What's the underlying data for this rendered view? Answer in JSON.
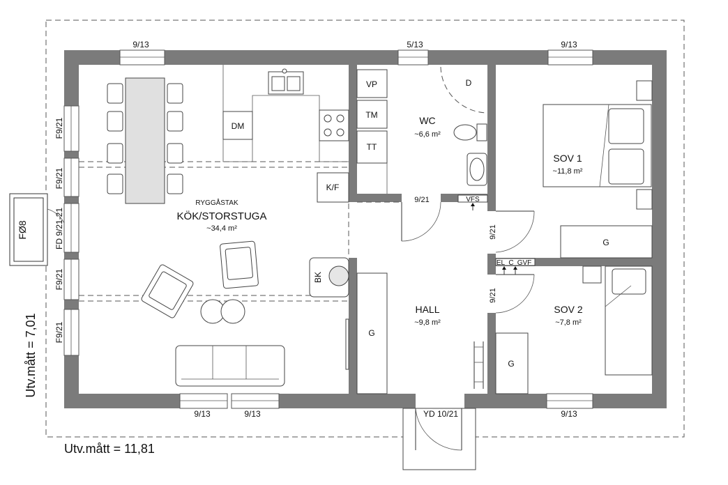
{
  "dimensions": {
    "outer_width": "Utv.mått = 11,81",
    "outer_height": "Utv.mått = 7,01"
  },
  "rooms": {
    "kitchen": {
      "note": "RYGGÅSTAK",
      "name": "KÖK/STORSTUGA",
      "area": "~34,4 m²"
    },
    "wc": {
      "name": "WC",
      "area": "~6,6 m²"
    },
    "sov1": {
      "name": "SOV 1",
      "area": "~11,8 m²"
    },
    "sov2": {
      "name": "SOV 2",
      "area": "~7,8 m²"
    },
    "hall": {
      "name": "HALL",
      "area": "~9,8 m²"
    }
  },
  "labels": {
    "dm": "DM",
    "kf": "K/F",
    "bk": "BK",
    "vp": "VP",
    "tm": "TM",
    "tt": "TT",
    "d": "D",
    "vfs": "VFS",
    "el": "EL",
    "c": "C",
    "gvf": "GVF",
    "g_sov1": "G",
    "g_hall": "G",
    "g_sov2": "G",
    "chimney": "FØ8"
  },
  "windows": {
    "top_left": "9/13",
    "top_mid": "5/13",
    "top_right": "9/13",
    "bottom_left1": "9/13",
    "bottom_left2": "9/13",
    "bottom_right": "9/13",
    "left_1": "F9/21",
    "left_2": "F9/21",
    "left_door": "FD 9/21-21",
    "left_3": "F9/21",
    "left_4": "F9/21"
  },
  "doors": {
    "wc": "9/21",
    "sov1": "9/21",
    "sov2": "9/21",
    "entry": "YD 10/21"
  }
}
